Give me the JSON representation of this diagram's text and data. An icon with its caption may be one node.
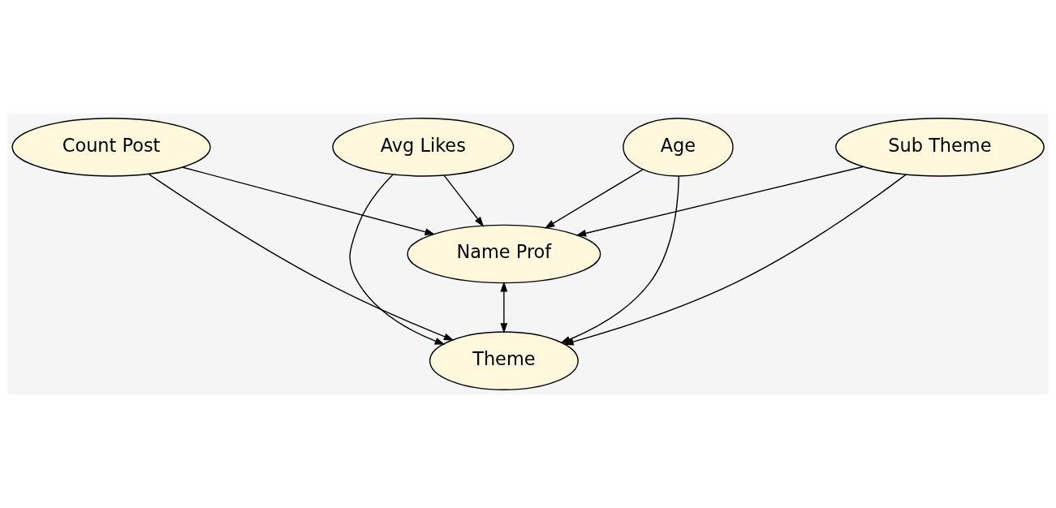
{
  "diagram": {
    "nodes": [
      {
        "text": [
          "Count Post"
        ]
      },
      {
        "text": [
          "Avg Likes"
        ]
      },
      {
        "text": [
          "Name Prof"
        ]
      },
      {
        "text": [
          "Theme"
        ]
      },
      {
        "text": [
          "Age"
        ]
      },
      {
        "text": [
          "Sub Theme"
        ]
      }
    ],
    "edges": [
      {
        "from": 0,
        "to": 2,
        "arrow": "to"
      },
      {
        "from": 0,
        "to": 3,
        "arrow": "to"
      },
      {
        "from": 1,
        "to": 2,
        "arrow": "to"
      },
      {
        "from": 1,
        "to": 3,
        "arrow": "to"
      },
      {
        "from": 2,
        "to": 3,
        "arrow": "both"
      },
      {
        "from": 4,
        "to": 2,
        "arrow": "to"
      },
      {
        "from": 4,
        "to": 3,
        "arrow": "to"
      },
      {
        "from": 5,
        "to": 2,
        "arrow": "to"
      },
      {
        "from": 5,
        "to": 3,
        "arrow": "to"
      }
    ]
  }
}
